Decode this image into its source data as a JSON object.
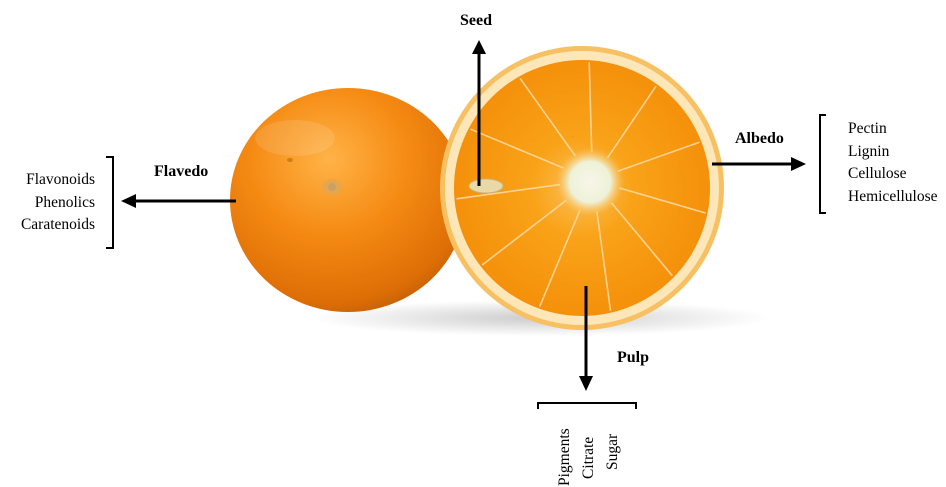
{
  "labels": {
    "seed": "Seed",
    "flavedo": "Flavedo",
    "albedo": "Albedo",
    "pulp": "Pulp"
  },
  "flavedo_components": [
    "Flavonoids",
    "Phenolics",
    "Caratenoids"
  ],
  "albedo_components": [
    "Pectin",
    "Lignin",
    "Cellulose",
    "Hemicellulose"
  ],
  "pulp_components": [
    "Pigments",
    "Citrate",
    "Sugar"
  ],
  "colors": {
    "peel": "#f08a12",
    "peel_dark": "#c95f05",
    "rind_white": "#fbe3b0",
    "flesh": "#f79a0c",
    "core": "#f6f3e6",
    "arrow": "#000000"
  }
}
